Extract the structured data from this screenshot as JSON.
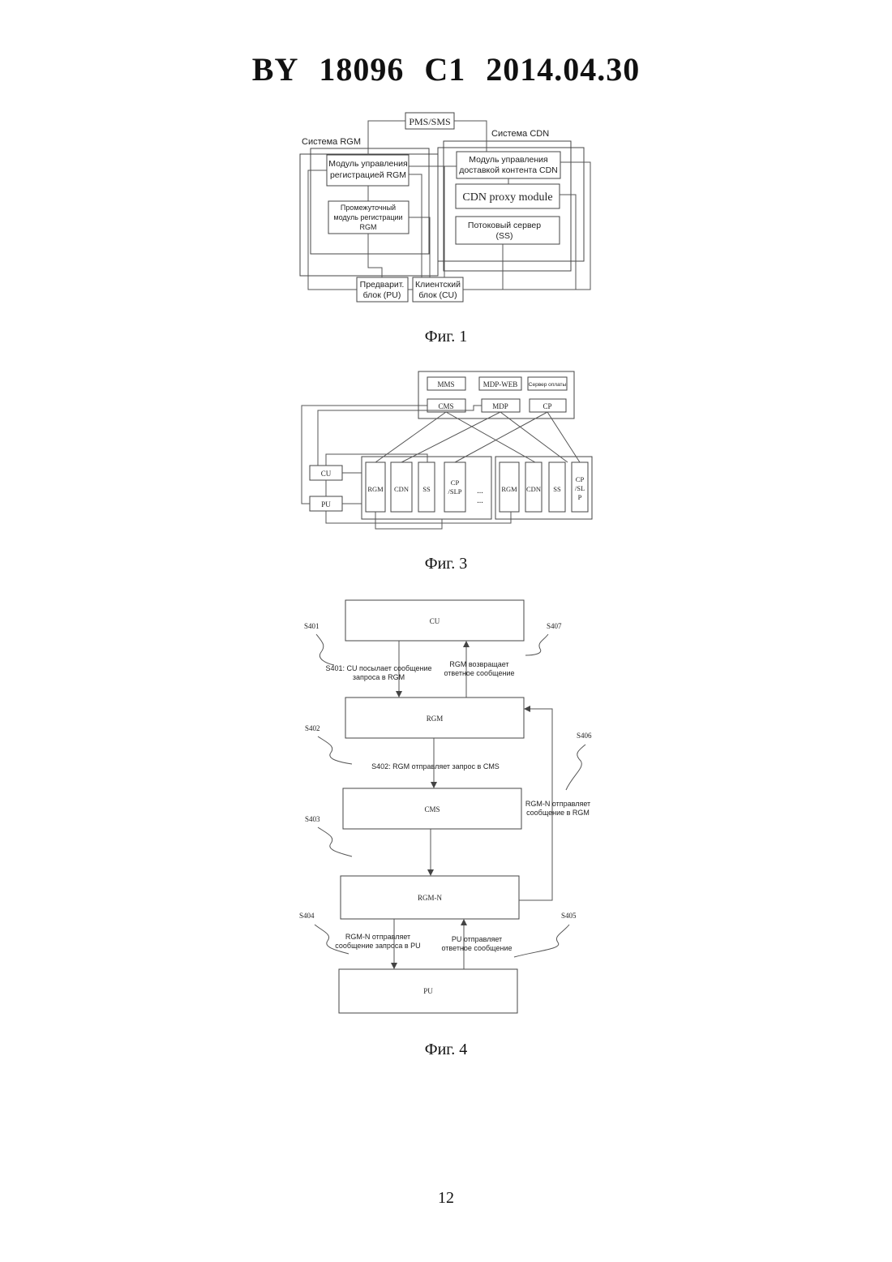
{
  "header": {
    "doc_country": "BY",
    "doc_number": "18096",
    "doc_kind": "C1",
    "doc_date": "2014.04.30"
  },
  "fig1": {
    "caption": "Фиг. 1",
    "pms_sms": "PMS/SMS",
    "rgm_system": "Система RGM",
    "cdn_system": "Система CDN",
    "rgm_reg_mgmt": [
      "Модуль управления",
      "регистрацией RGM"
    ],
    "rgm_intermediate": [
      "Промежуточный",
      "модуль регистрации",
      "RGM"
    ],
    "cdn_delivery_mgmt": [
      "Модуль управления",
      "доставкой контента CDN"
    ],
    "cdn_proxy": "CDN proxy module",
    "stream_server": [
      "Потоковый сервер",
      "(SS)"
    ],
    "pu_block": [
      "Предварит.",
      "блок (PU)"
    ],
    "cu_block": [
      "Клиентский",
      "блок (CU)"
    ]
  },
  "fig3": {
    "caption": "Фиг. 3",
    "mms": "MMS",
    "mdp_web": "MDP-WEB",
    "pay_server": "Сервер оплаты",
    "cms": "CMS",
    "mdp": "MDP",
    "cp": "CP",
    "cu": "CU",
    "pu": "PU",
    "rgm": "RGM",
    "cdn": "CDN",
    "ss": "SS",
    "cp_slp_left": [
      "CP",
      "/SLP"
    ],
    "cp_slp_right": [
      "CP",
      "/SL",
      "P"
    ],
    "ellipsis": "..."
  },
  "fig4": {
    "caption": "Фиг. 4",
    "cu": "CU",
    "rgm": "RGM",
    "cms": "CMS",
    "rgm_n": "RGM-N",
    "pu": "PU",
    "s401": "S401",
    "s402": "S402",
    "s403": "S403",
    "s404": "S404",
    "s405": "S405",
    "s406": "S406",
    "s407": "S407",
    "s401_text": [
      "S401: CU посылает сообщение",
      "запроса в RGM"
    ],
    "s407_text": [
      "RGM возвращает",
      "ответное сообщение"
    ],
    "s402_text": "S402: RGM отправляет запрос в CMS",
    "s406_text": [
      "RGM-N отправляет",
      "сообщение в RGM"
    ],
    "s404_text": [
      "RGM-N отправляет",
      "сообщение запроса в PU"
    ],
    "s405_text": [
      "PU отправляет",
      "ответное сообщение"
    ]
  },
  "page_number": "12"
}
